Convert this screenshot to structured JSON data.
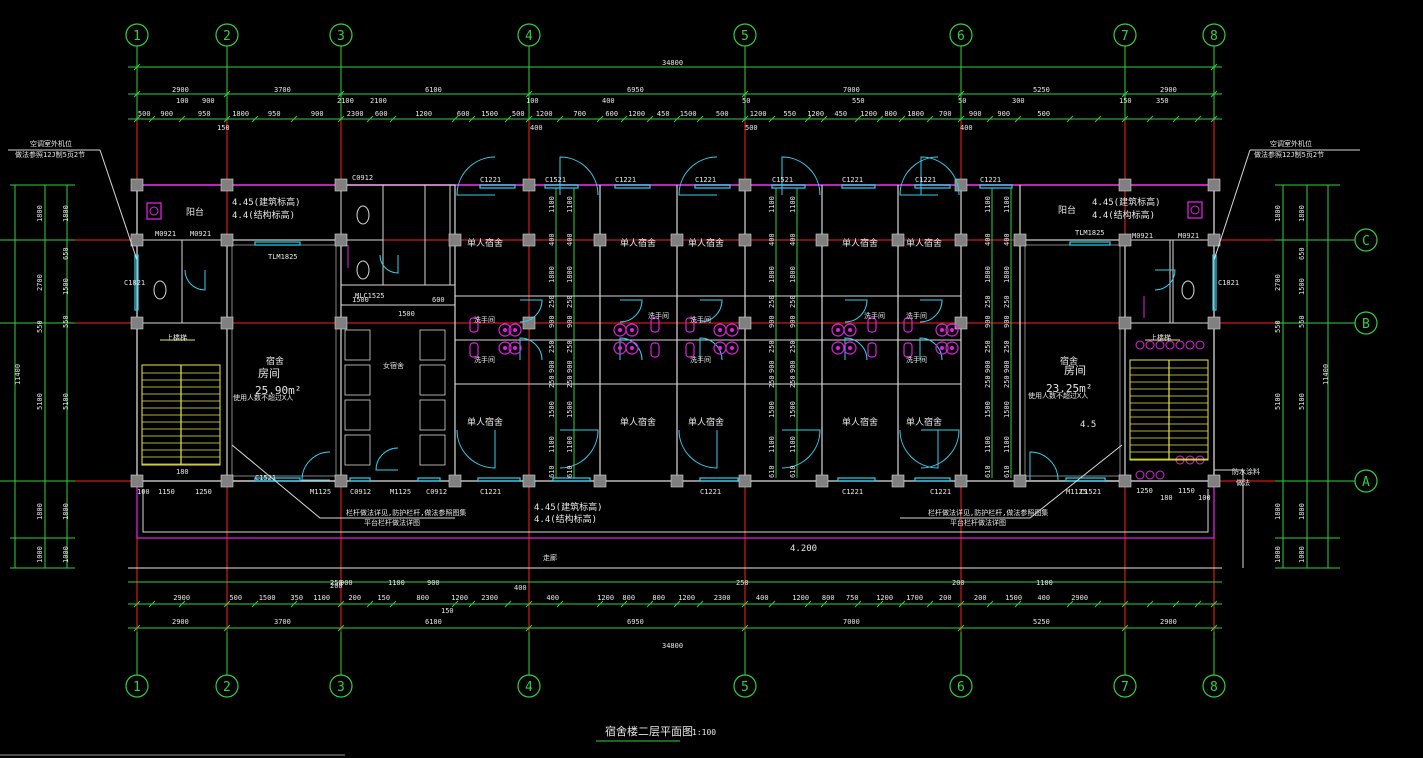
{
  "drawing": {
    "title": "宿舍楼二层平面图",
    "scale": "1:100",
    "background_color": "#000000",
    "colors": {
      "axis": "#ff2020",
      "dimension": "#30d040",
      "wall": "#d8d8d8",
      "window": "#30d0f0",
      "fixture": "#e020e0",
      "stair": "#e8e840",
      "text": "#e6e6e6"
    }
  },
  "grid_axes": {
    "vertical": [
      "1",
      "2",
      "3",
      "4",
      "5",
      "6",
      "7",
      "8"
    ],
    "horizontal": [
      "C",
      "B",
      "A"
    ]
  },
  "dimensions": {
    "overall": "34800",
    "top_row1": [
      "2900",
      "3700",
      "6100",
      "6950",
      "7000",
      "5250",
      "2900"
    ],
    "top_row2": [
      "100",
      "900",
      "2100",
      "2100",
      "100",
      "400",
      "50",
      "550",
      "50",
      "300",
      "150",
      "350"
    ],
    "top_row3": [
      "500",
      "900",
      "950",
      "1800",
      "950",
      "900",
      "2300",
      "600",
      "1200",
      "600",
      "1500",
      "500",
      "1200",
      "700",
      "600",
      "1200",
      "450",
      "1500",
      "500",
      "1200",
      "550",
      "1200",
      "450",
      "1200",
      "800",
      "1800",
      "700",
      "900",
      "900",
      "500"
    ],
    "top_row3b": [
      "150",
      "400",
      "500",
      "400"
    ],
    "bottom_row0": [
      "250",
      "900",
      "1100",
      "900",
      "250",
      "200",
      "1100"
    ],
    "bottom_row0b": [
      "200",
      "400"
    ],
    "bottom_row1": [
      "2900",
      "500",
      "1500",
      "350",
      "1100",
      "200",
      "150",
      "800",
      "1200",
      "2300",
      "400",
      "1200",
      "800",
      "800",
      "1200",
      "2300",
      "400",
      "1200",
      "800",
      "750",
      "1200",
      "1700",
      "200",
      "200",
      "1500",
      "400",
      "2900"
    ],
    "bottom_row1b": [
      "150"
    ],
    "bottom_row2": [
      "2900",
      "3700",
      "6100",
      "6950",
      "7000",
      "5250",
      "2900"
    ],
    "left_outer": [
      "1800",
      "2700",
      "550",
      "5100",
      "1800",
      "1000"
    ],
    "left_inner": [
      "1800",
      "650",
      "1500",
      "550",
      "5100",
      "1800",
      "1000"
    ],
    "left_total": "11400",
    "right_outer": [
      "1800",
      "2700",
      "550",
      "5100",
      "1800",
      "1000"
    ],
    "right_inner": [
      "1800",
      "650",
      "1500",
      "550",
      "5100",
      "1800",
      "1000"
    ],
    "right_total": "11400",
    "interior_vertical": [
      "1100",
      "400",
      "1800",
      "250",
      "900",
      "250",
      "900",
      "250",
      "1500",
      "1100",
      "610"
    ]
  },
  "labels": {
    "balcony": "阳台",
    "single_room": "单人宿舍",
    "washroom": "洗手间",
    "dorm_room": "宿舍",
    "toilet": "女宿舍",
    "corridor": "走廊",
    "stair": "上楼梯",
    "room": "房间",
    "room_area_left": "25.90m²",
    "room_area_right": "23.25m²",
    "room_note": "使用人数不超过X人",
    "elev_architect": "4.45(建筑标高)",
    "elev_structure": "4.4(结构标高)",
    "elev_corridor": "4.200",
    "elev_small": "4.5",
    "note_left_top": "空调室外机位",
    "note_left_top2": "做法参照12J制5页2节",
    "note_right_top": "空调室外机位",
    "note_right_top2": "做法参照12J制5页2节",
    "note_corridor_1": "栏杆做法详见,防护栏杆,做法参照图集",
    "note_corridor_2": "平台栏杆做法详图",
    "note_right_side": "防水涂料",
    "note_right_side2": "做法"
  },
  "door_window_tags": [
    "C1521",
    "C1221",
    "M0921",
    "M1125",
    "C0921",
    "TLM1825",
    "C0912",
    "MLC1525",
    "C1821"
  ]
}
